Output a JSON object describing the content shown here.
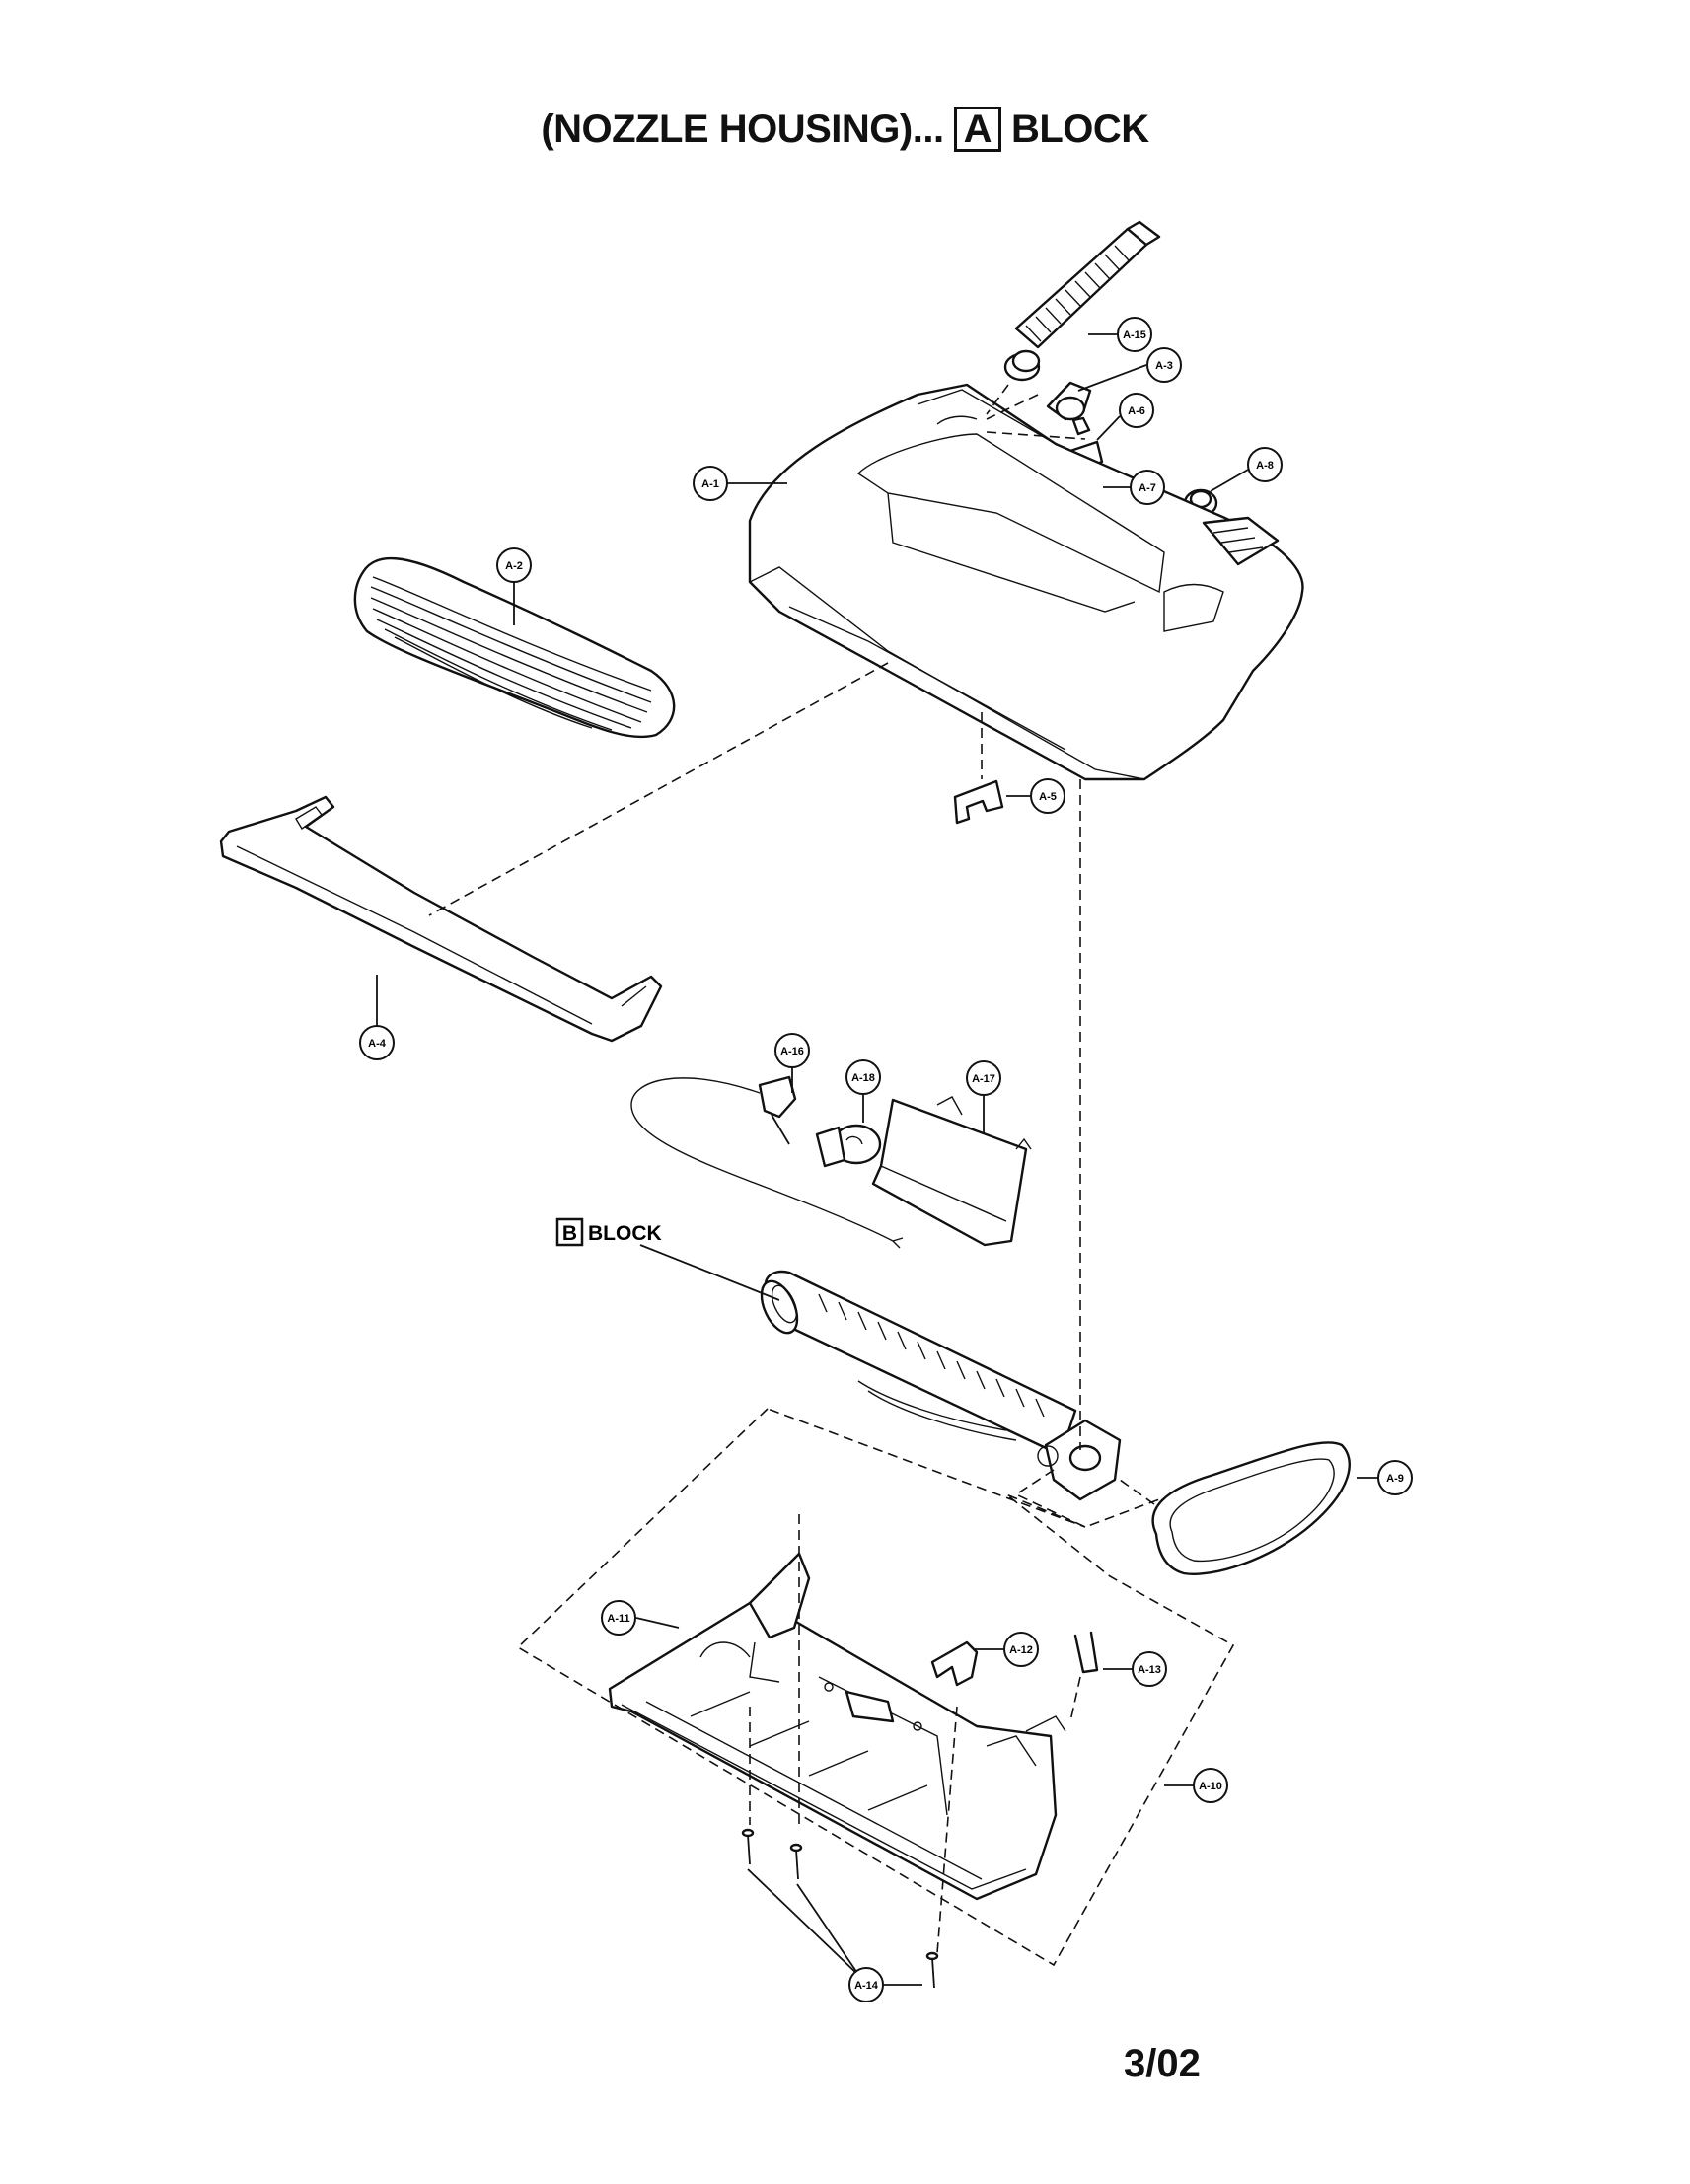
{
  "title": {
    "before": "(NOZZLE HOUSING)...",
    "box_letter": "A",
    "after": "BLOCK"
  },
  "block_ref": {
    "box_letter": "B",
    "text": "BLOCK"
  },
  "callouts": {
    "a1": "A-1",
    "a2": "A-2",
    "a3": "A-3",
    "a4": "A-4",
    "a5": "A-5",
    "a6": "A-6",
    "a7": "A-7",
    "a8": "A-8",
    "a9": "A-9",
    "a10": "A-10",
    "a11": "A-11",
    "a12": "A-12",
    "a13": "A-13",
    "a14": "A-14",
    "a15": "A-15",
    "a16": "A-16",
    "a17": "A-17",
    "a18": "A-18"
  },
  "footer": {
    "date": "3/02"
  }
}
